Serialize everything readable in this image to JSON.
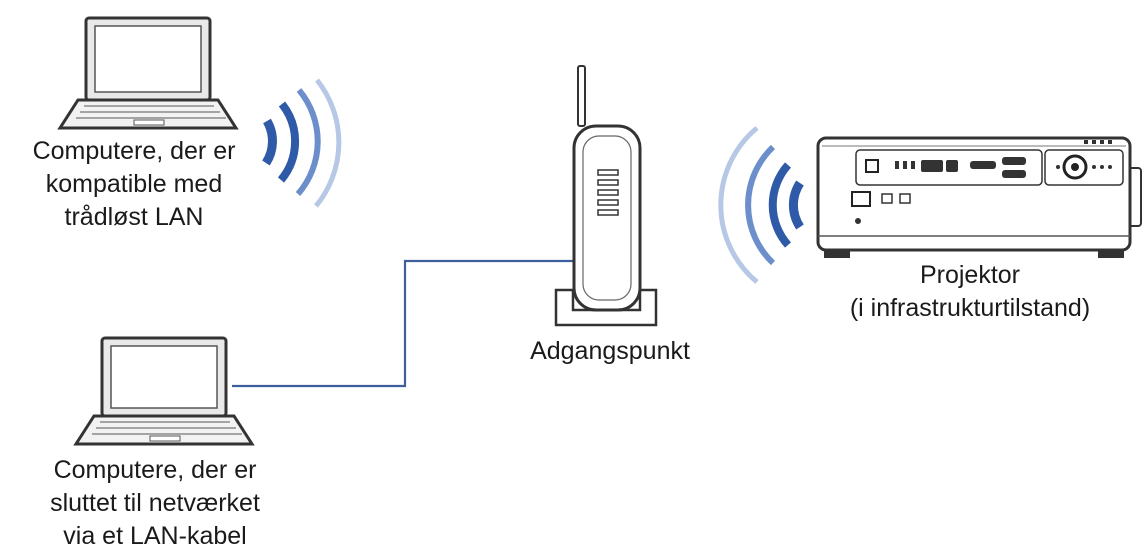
{
  "wireless_computer": {
    "label_lines": [
      "Computere, der er",
      "kompatible med",
      "trådløst LAN"
    ]
  },
  "wired_computer": {
    "label_lines": [
      "Computere, der er",
      "sluttet til netværket",
      "via et LAN-kabel"
    ]
  },
  "access_point": {
    "label": "Adgangspunkt"
  },
  "projector": {
    "label_lines": [
      "Projektor",
      "(i infrastrukturtilstand)"
    ]
  },
  "colors": {
    "wave_dark": "#2e5aa8",
    "wave_mid": "#6c8fcb",
    "wave_light": "#b6c8e6",
    "cable": "#3d5f9c",
    "outline": "#333333"
  },
  "icons": [
    "laptop-icon",
    "wifi-waves-icon",
    "access-point-icon",
    "projector-icon"
  ]
}
